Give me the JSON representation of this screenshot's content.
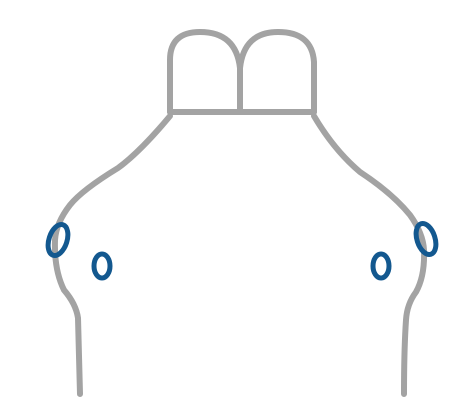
{
  "figure": {
    "colors": {
      "background": "#ffffff",
      "outline": "#a3a3a3",
      "markers": "#13588f"
    },
    "shapes": [
      "head-outline",
      "two-lobed-top",
      "left-side-markers",
      "right-side-markers"
    ]
  }
}
